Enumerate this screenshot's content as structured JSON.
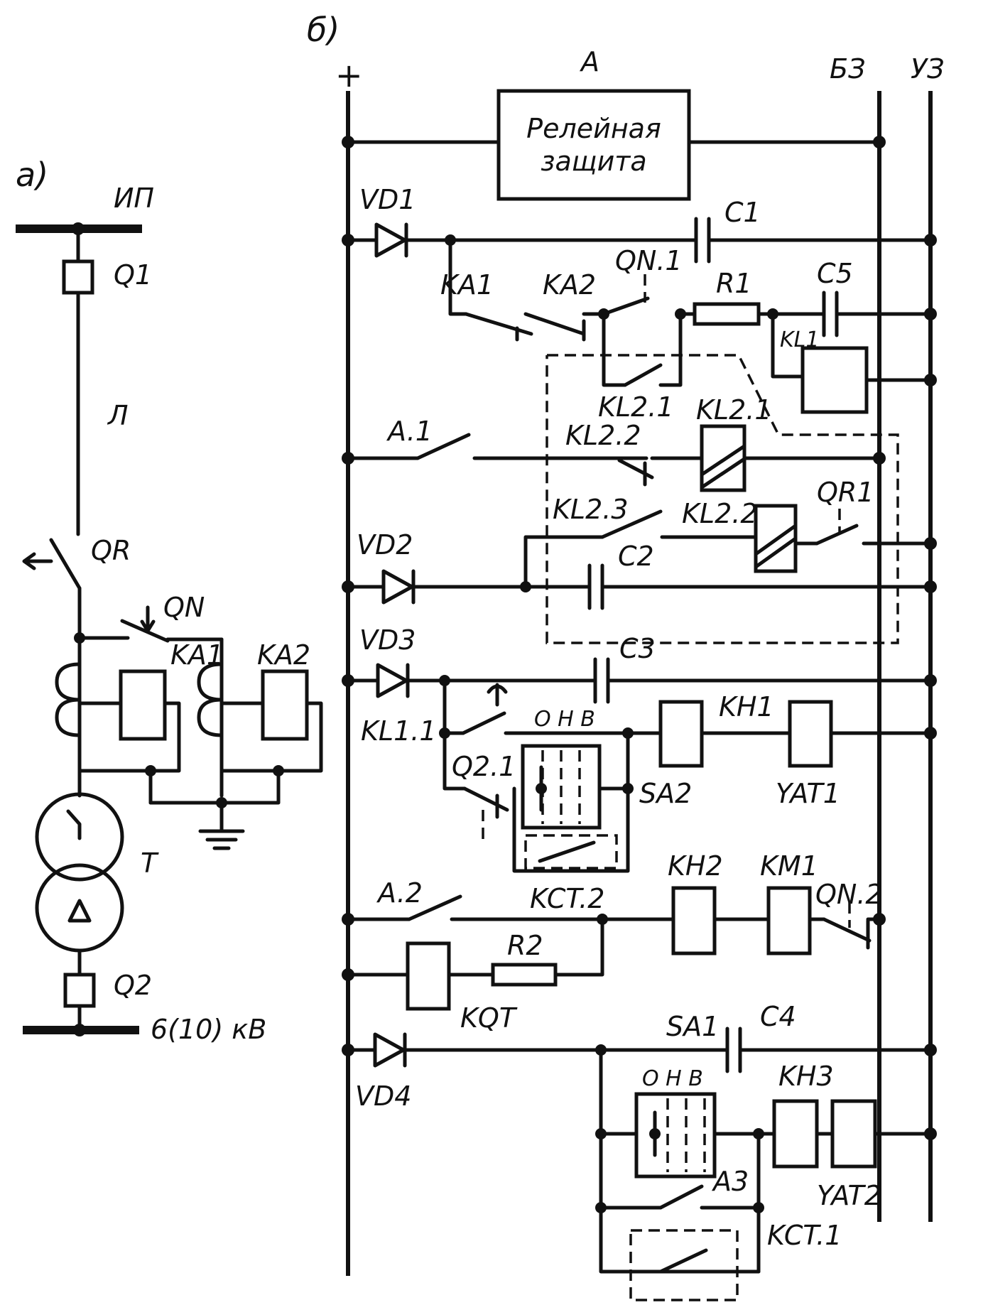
{
  "section_a": {
    "label": "а)",
    "source_bus": "ИП",
    "breaker_q1": "Q1",
    "line": "Л",
    "disconnector": "QR",
    "short_circuiter": "QN",
    "relay_ka1": "KA1",
    "relay_ka2": "KA2",
    "transformer": "T",
    "breaker_q2": "Q2",
    "voltage": "6(10) кВ"
  },
  "section_b": {
    "label": "б)",
    "plus": "+",
    "bus_bz": "БЗ",
    "bus_uz": "УЗ",
    "block_letter": "А",
    "block_line1": "Релейная",
    "block_line2": "защита",
    "labels": {
      "vd1": "VD1",
      "c1": "C1",
      "ka1": "KA1",
      "ka2": "KA2",
      "qn1": "QN.1",
      "r1": "R1",
      "c5": "C5",
      "kl1": "KL1",
      "kl21a": "KL2.1",
      "kl21b": "KL2.1",
      "a1": "A.1",
      "kl22a": "KL2.2",
      "kl23": "KL2.3",
      "kl22b": "KL2.2",
      "qr1": "QR1",
      "vd2": "VD2",
      "c2": "C2",
      "vd3": "VD3",
      "c3": "C3",
      "kl11": "KL1.1",
      "onv1": "О Н В",
      "kh1": "KH1",
      "q21": "Q2.1",
      "sa2": "SA2",
      "yat1": "YAT1",
      "a2": "A.2",
      "kh2": "KH2",
      "km1": "KM1",
      "qn2": "QN.2",
      "kct2": "KCT.2",
      "r2": "R2",
      "kqt": "KQT",
      "sa1": "SA1",
      "c4": "C4",
      "onv2": "О Н В",
      "kh3": "KH3",
      "vd4": "VD4",
      "a3": "A3",
      "yat2": "YAT2",
      "kct1": "KCT.1"
    }
  },
  "colors": {
    "ink": "#111111",
    "paper": "#ffffff"
  }
}
